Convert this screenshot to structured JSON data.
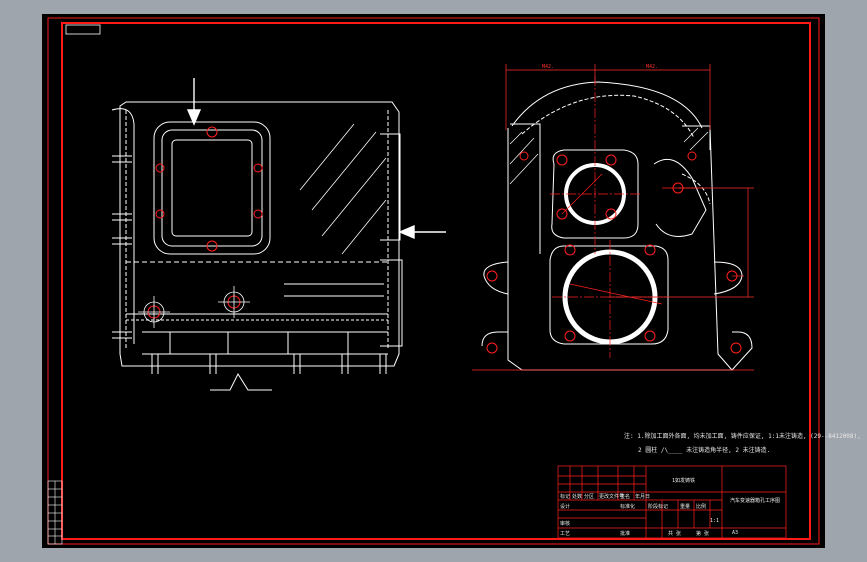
{
  "drawing": {
    "colors": {
      "background": "#000000",
      "frame": "#ff1a1a",
      "outline": "#ffffff",
      "center_line": "#ff2020",
      "hatch": "#ffffff",
      "dimension": "#ff3030",
      "window_bg": "#9fa5ad"
    },
    "dimensions": {
      "left_dim": "M42.",
      "right_dim": "M42."
    },
    "notes": {
      "line1": "注: 1.除加工面外各面, 均未加工面, 铸件应保证, 1:1未注铸造, (29--8412008),",
      "line2": "2 圆柱 /\\____ 未注铸造角半径, 2    未注铸造."
    },
    "title_block": {
      "material": "1如发铸铁",
      "drawing_title": "汽车变速器箱孔工序图",
      "scale_cell": "1:1",
      "sheet_cell": "A3",
      "row_labels": [
        "标记",
        "处数",
        "分区",
        "更改文件号",
        "签名",
        "年月日"
      ],
      "row2_labels": [
        "设计",
        "标准化",
        "阶段标记",
        "重量",
        "比例"
      ],
      "row3_labels": [
        "审核",
        "工艺",
        "批准",
        "共 张",
        "第 张"
      ]
    }
  }
}
